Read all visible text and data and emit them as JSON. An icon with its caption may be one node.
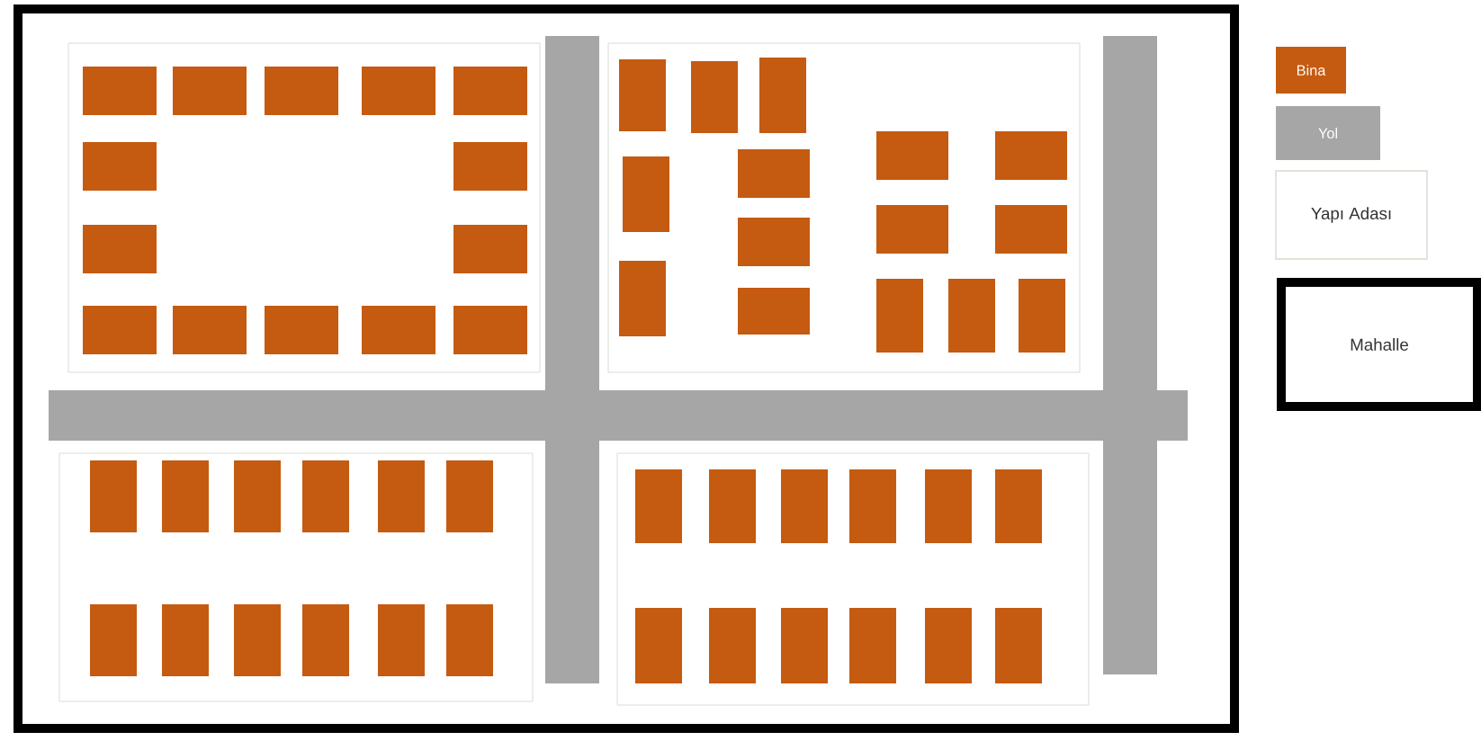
{
  "diagram": {
    "legend": [
      {
        "text": "Bina",
        "color": "#c55a11"
      },
      {
        "text": "Yol",
        "color": "#a6a6a6"
      },
      {
        "text": "Yapı Adası"
      },
      {
        "text": "Mahalle"
      }
    ]
  }
}
